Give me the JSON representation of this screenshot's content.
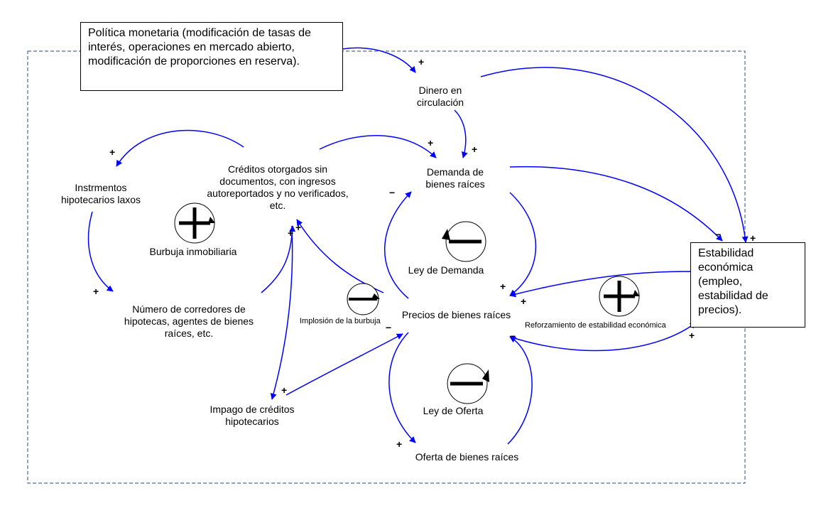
{
  "colors": {
    "arrow": "#0000ff",
    "boundary": "#1f4e79",
    "text": "#000000"
  },
  "nodes": {
    "policy": "Política monetaria (modificación de tasas de interés, operaciones en mercado abierto, modificación de proporciones en reserva).",
    "money": "Dinero en circulación",
    "credits": "Créditos otorgados sin documentos, con ingresos autoreportados y no verificados, etc.",
    "instruments": "Instrmentos hipotecarios laxos",
    "demand": "Demanda de bienes raíces",
    "stability": "Estabilidad económica (empleo, estabilidad de precios).",
    "brokers": "Número de corredores de hipotecas, agentes de bienes raíces, etc.",
    "prices": "Precios de bienes raíces",
    "default": "Impago de créditos hipotecarios",
    "supply": "Oferta de bienes raíces"
  },
  "loops": {
    "bubble": {
      "label": "Burbuja inmobiliaria",
      "type": "+"
    },
    "demand_law": {
      "label": "Ley de Demanda",
      "type": "−"
    },
    "implosion": {
      "label": "Implosión de la burbuja",
      "type": "−"
    },
    "stability_reinforce": {
      "label": "Reforzamiento de estabilidad económica",
      "type": "+"
    },
    "supply_law": {
      "label": "Ley de Oferta",
      "type": "−"
    }
  },
  "polarities": {
    "policy_money": "+",
    "money_demand": "+",
    "credits_instruments": "+",
    "credits_demand": "+",
    "instruments_brokers": "+",
    "brokers_credits": "+",
    "prices_credits": "+",
    "prices_demand": "−",
    "demand_prices": "+",
    "demand_stability": "−",
    "money_stability": "+",
    "stability_prices": "+",
    "prices_stability": "+",
    "supply_prices": "−",
    "prices_supply": "+",
    "default_prices": "−",
    "credits_default": "+"
  }
}
